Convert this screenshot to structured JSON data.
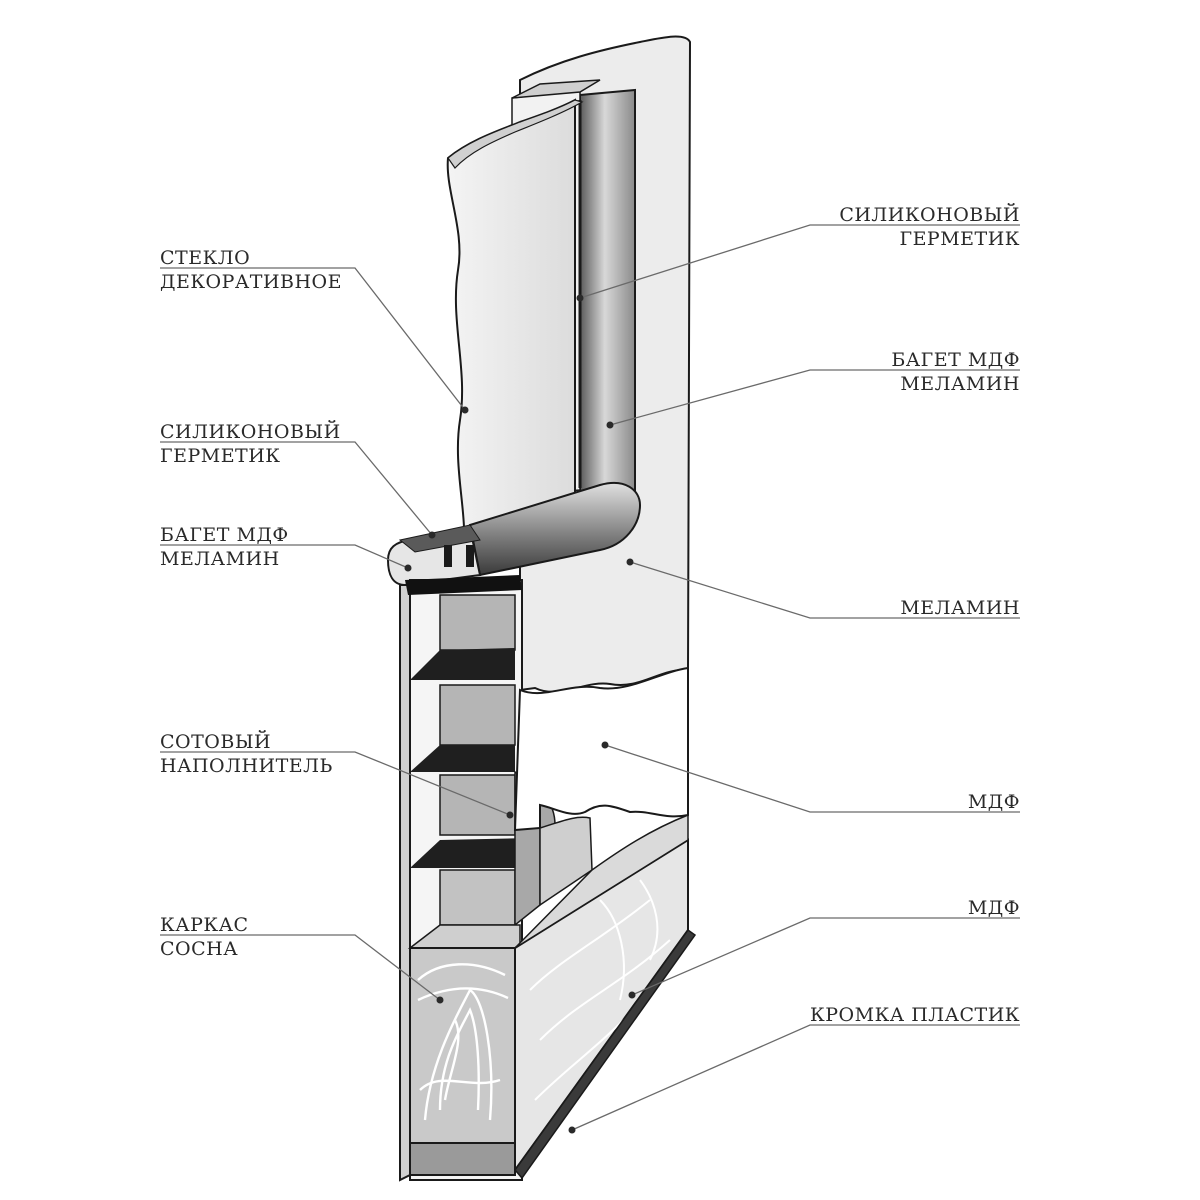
{
  "labels": {
    "glass": {
      "line1": "СТЕКЛО",
      "line2": "ДЕКОРАТИВНОЕ"
    },
    "sealant_left": {
      "line1": "СИЛИКОНОВЫЙ",
      "line2": "ГЕРМЕТИК"
    },
    "baguette_left": {
      "line1": "БАГЕТ МДФ",
      "line2": "МЕЛАМИН"
    },
    "honeycomb": {
      "line1": "СОТОВЫЙ",
      "line2": "НАПОЛНИТЕЛЬ"
    },
    "frame": {
      "line1": "КАРКАС",
      "line2": "СОСНА"
    },
    "sealant_right": {
      "line1": "СИЛИКОНОВЫЙ",
      "line2": "ГЕРМЕТИК"
    },
    "baguette_right": {
      "line1": "БАГЕТ МДФ",
      "line2": "МЕЛАМИН"
    },
    "melamine": {
      "line1": "МЕЛАМИН"
    },
    "mdf_upper": {
      "line1": "МДФ"
    },
    "mdf_lower": {
      "line1": "МДФ"
    },
    "edge": {
      "line1": "КРОМКА ПЛАСТИК"
    }
  },
  "colors": {
    "outline": "#1a1a1a",
    "panel": "#eeeeee",
    "dark": "#3a3a3a",
    "mid": "#b5b5b5"
  }
}
